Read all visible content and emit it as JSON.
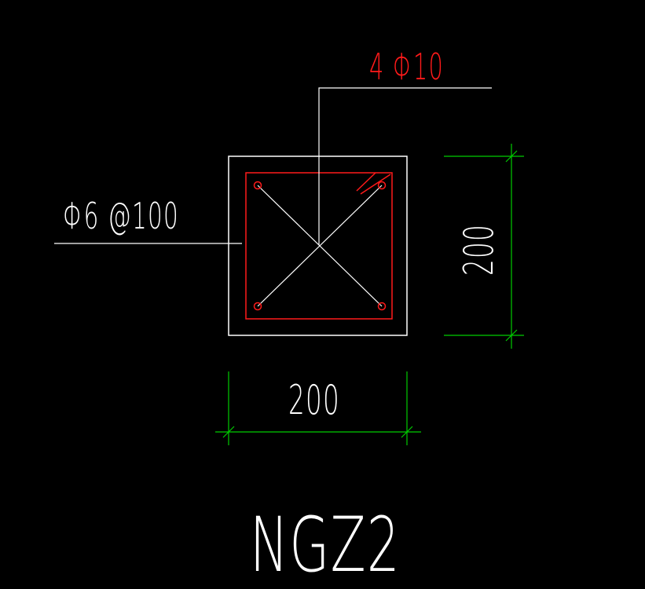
{
  "drawing": {
    "title": "NGZ2",
    "main_bar_label": "4 Φ10",
    "stirrup_label": "Φ6 @100",
    "width_dim": "200",
    "height_dim": "200"
  },
  "colors": {
    "background": "#000000",
    "outline": "#ffffff",
    "rebar": "#ff1a1a",
    "dimension": "#00cc00"
  }
}
